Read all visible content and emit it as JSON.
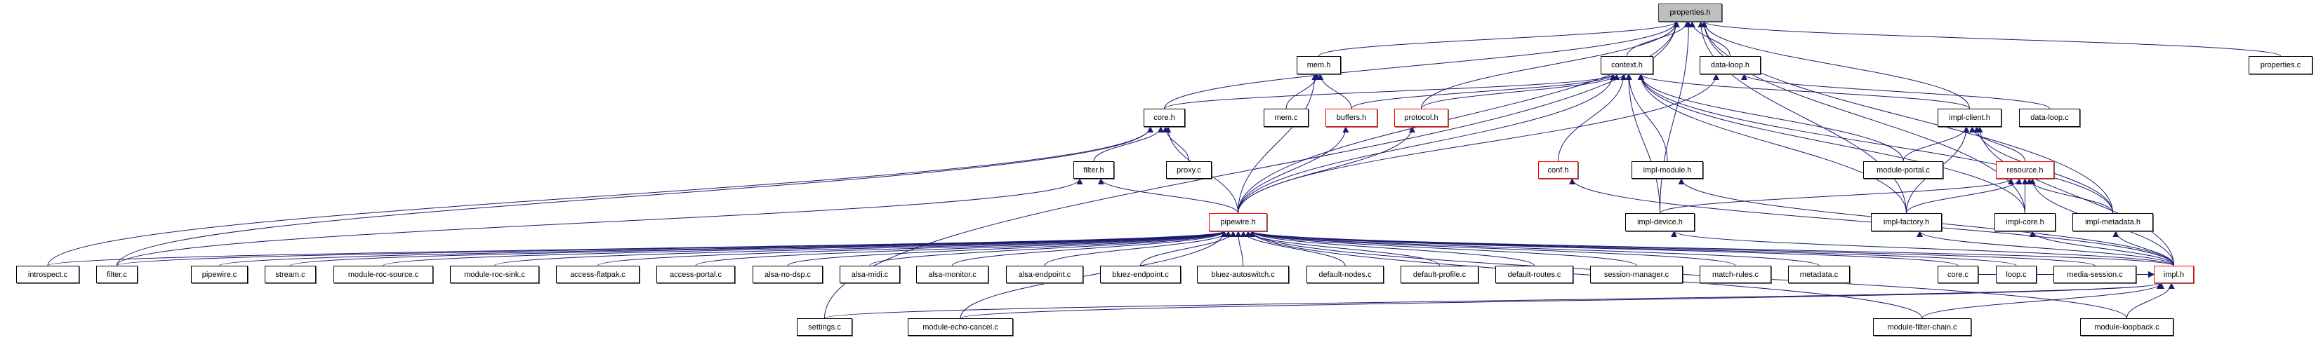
{
  "graph": {
    "title": "properties.h include dependency graph",
    "root": "properties.h",
    "colors": {
      "edge": "#191970",
      "root_fill": "#bfbfbf",
      "truncated_border": "#ff0000",
      "node_border": "#000000"
    },
    "nodes": [
      {
        "id": "properties.h",
        "style": "root"
      },
      {
        "id": "context.h",
        "style": "normal"
      },
      {
        "id": "data-loop.h",
        "style": "normal"
      },
      {
        "id": "mem.h",
        "style": "normal"
      },
      {
        "id": "properties.c",
        "style": "normal"
      },
      {
        "id": "data-loop.c",
        "style": "normal"
      },
      {
        "id": "impl-client.h",
        "style": "normal"
      },
      {
        "id": "core.h",
        "style": "normal"
      },
      {
        "id": "mem.c",
        "style": "normal"
      },
      {
        "id": "buffers.h",
        "style": "red"
      },
      {
        "id": "protocol.h",
        "style": "red"
      },
      {
        "id": "filter.h",
        "style": "normal"
      },
      {
        "id": "proxy.c",
        "style": "normal"
      },
      {
        "id": "conf.h",
        "style": "red"
      },
      {
        "id": "impl-module.h",
        "style": "normal"
      },
      {
        "id": "module-portal.c",
        "style": "normal"
      },
      {
        "id": "resource.h",
        "style": "red"
      },
      {
        "id": "pipewire.h",
        "style": "red"
      },
      {
        "id": "impl-device.h",
        "style": "normal"
      },
      {
        "id": "impl-factory.h",
        "style": "normal"
      },
      {
        "id": "impl-core.h",
        "style": "normal"
      },
      {
        "id": "impl-metadata.h",
        "style": "normal"
      },
      {
        "id": "introspect.c",
        "style": "normal"
      },
      {
        "id": "filter.c",
        "style": "normal"
      },
      {
        "id": "pipewire.c",
        "style": "normal"
      },
      {
        "id": "stream.c",
        "style": "normal"
      },
      {
        "id": "module-roc-source.c",
        "style": "normal"
      },
      {
        "id": "module-roc-sink.c",
        "style": "normal"
      },
      {
        "id": "access-flatpak.c",
        "style": "normal"
      },
      {
        "id": "access-portal.c",
        "style": "normal"
      },
      {
        "id": "alsa-no-dsp.c",
        "style": "normal"
      },
      {
        "id": "alsa-midi.c",
        "style": "normal"
      },
      {
        "id": "alsa-monitor.c",
        "style": "normal"
      },
      {
        "id": "alsa-endpoint.c",
        "style": "normal"
      },
      {
        "id": "bluez-endpoint.c",
        "style": "normal"
      },
      {
        "id": "bluez-autoswitch.c",
        "style": "normal"
      },
      {
        "id": "default-nodes.c",
        "style": "normal"
      },
      {
        "id": "default-profile.c",
        "style": "normal"
      },
      {
        "id": "default-routes.c",
        "style": "normal"
      },
      {
        "id": "session-manager.c",
        "style": "normal"
      },
      {
        "id": "match-rules.c",
        "style": "normal"
      },
      {
        "id": "metadata.c",
        "style": "normal"
      },
      {
        "id": "core.c",
        "style": "normal"
      },
      {
        "id": "loop.c",
        "style": "normal"
      },
      {
        "id": "media-session.c",
        "style": "normal"
      },
      {
        "id": "impl.h",
        "style": "red"
      },
      {
        "id": "settings.c",
        "style": "normal"
      },
      {
        "id": "module-echo-cancel.c",
        "style": "normal"
      },
      {
        "id": "module-filter-chain.c",
        "style": "normal"
      },
      {
        "id": "module-loopback.c",
        "style": "normal"
      }
    ],
    "edges": [
      [
        "context.h",
        "properties.h"
      ],
      [
        "data-loop.h",
        "properties.h"
      ],
      [
        "mem.h",
        "properties.h"
      ],
      [
        "properties.c",
        "properties.h"
      ],
      [
        "impl-client.h",
        "properties.h"
      ],
      [
        "core.h",
        "properties.h"
      ],
      [
        "protocol.h",
        "properties.h"
      ],
      [
        "pipewire.h",
        "properties.h"
      ],
      [
        "impl-device.h",
        "properties.h"
      ],
      [
        "impl-factory.h",
        "properties.h"
      ],
      [
        "impl-metadata.h",
        "properties.h"
      ],
      [
        "impl-core.h",
        "properties.h"
      ],
      [
        "settings.c",
        "properties.h"
      ],
      [
        "data-loop.c",
        "data-loop.h"
      ],
      [
        "pipewire.h",
        "data-loop.h"
      ],
      [
        "mem.c",
        "mem.h"
      ],
      [
        "buffers.h",
        "mem.h"
      ],
      [
        "pipewire.h",
        "mem.h"
      ],
      [
        "core.h",
        "context.h"
      ],
      [
        "protocol.h",
        "context.h"
      ],
      [
        "buffers.h",
        "context.h"
      ],
      [
        "pipewire.h",
        "context.h"
      ],
      [
        "conf.h",
        "context.h"
      ],
      [
        "impl-module.h",
        "context.h"
      ],
      [
        "impl-device.h",
        "context.h"
      ],
      [
        "impl-client.h",
        "context.h"
      ],
      [
        "module-portal.c",
        "context.h"
      ],
      [
        "impl-factory.h",
        "context.h"
      ],
      [
        "impl-core.h",
        "context.h"
      ],
      [
        "impl-metadata.h",
        "context.h"
      ],
      [
        "filter.h",
        "core.h"
      ],
      [
        "proxy.c",
        "core.h"
      ],
      [
        "pipewire.h",
        "core.h"
      ],
      [
        "introspect.c",
        "core.h"
      ],
      [
        "filter.c",
        "core.h"
      ],
      [
        "pipewire.h",
        "buffers.h"
      ],
      [
        "pipewire.h",
        "protocol.h"
      ],
      [
        "filter.c",
        "filter.h"
      ],
      [
        "pipewire.h",
        "filter.h"
      ],
      [
        "module-portal.c",
        "impl-client.h"
      ],
      [
        "resource.h",
        "impl-client.h"
      ],
      [
        "impl-factory.h",
        "impl-client.h"
      ],
      [
        "impl-metadata.h",
        "impl-client.h"
      ],
      [
        "impl.h",
        "impl-client.h"
      ],
      [
        "impl-device.h",
        "resource.h"
      ],
      [
        "impl-factory.h",
        "resource.h"
      ],
      [
        "impl-core.h",
        "resource.h"
      ],
      [
        "impl-metadata.h",
        "resource.h"
      ],
      [
        "impl.h",
        "resource.h"
      ],
      [
        "impl.h",
        "impl-device.h"
      ],
      [
        "impl.h",
        "impl-factory.h"
      ],
      [
        "impl.h",
        "impl-core.h"
      ],
      [
        "impl.h",
        "impl-metadata.h"
      ],
      [
        "impl.h",
        "impl-module.h"
      ],
      [
        "impl.h",
        "conf.h"
      ],
      [
        "introspect.c",
        "pipewire.h"
      ],
      [
        "filter.c",
        "pipewire.h"
      ],
      [
        "pipewire.c",
        "pipewire.h"
      ],
      [
        "stream.c",
        "pipewire.h"
      ],
      [
        "module-roc-source.c",
        "pipewire.h"
      ],
      [
        "module-roc-sink.c",
        "pipewire.h"
      ],
      [
        "access-flatpak.c",
        "pipewire.h"
      ],
      [
        "access-portal.c",
        "pipewire.h"
      ],
      [
        "alsa-no-dsp.c",
        "pipewire.h"
      ],
      [
        "alsa-midi.c",
        "pipewire.h"
      ],
      [
        "alsa-monitor.c",
        "pipewire.h"
      ],
      [
        "alsa-endpoint.c",
        "pipewire.h"
      ],
      [
        "bluez-endpoint.c",
        "pipewire.h"
      ],
      [
        "bluez-autoswitch.c",
        "pipewire.h"
      ],
      [
        "default-nodes.c",
        "pipewire.h"
      ],
      [
        "default-profile.c",
        "pipewire.h"
      ],
      [
        "default-routes.c",
        "pipewire.h"
      ],
      [
        "session-manager.c",
        "pipewire.h"
      ],
      [
        "match-rules.c",
        "pipewire.h"
      ],
      [
        "metadata.c",
        "pipewire.h"
      ],
      [
        "core.c",
        "pipewire.h"
      ],
      [
        "loop.c",
        "pipewire.h"
      ],
      [
        "media-session.c",
        "pipewire.h"
      ],
      [
        "impl.h",
        "pipewire.h"
      ],
      [
        "module-echo-cancel.c",
        "pipewire.h"
      ],
      [
        "module-filter-chain.c",
        "pipewire.h"
      ],
      [
        "module-loopback.c",
        "pipewire.h"
      ],
      [
        "core.c",
        "impl.h"
      ],
      [
        "loop.c",
        "impl.h"
      ],
      [
        "media-session.c",
        "impl.h"
      ],
      [
        "settings.c",
        "impl.h"
      ],
      [
        "module-echo-cancel.c",
        "impl.h"
      ],
      [
        "module-filter-chain.c",
        "impl.h"
      ],
      [
        "module-loopback.c",
        "impl.h"
      ]
    ]
  }
}
